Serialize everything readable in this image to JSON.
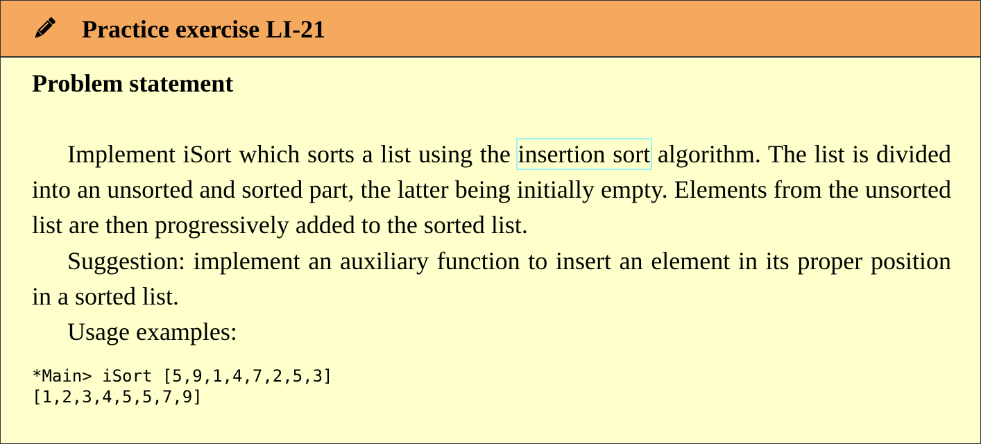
{
  "header": {
    "icon": "pencil-icon",
    "title": "Practice exercise LI-21",
    "color": "#f4a95f"
  },
  "section": {
    "heading": "Problem statement"
  },
  "paragraphs": {
    "p1_before": "Implement iSort which sorts a list using the ",
    "p1_link": "insertion sort",
    "p1_after": " algorithm. The list is divided into an unsorted and sorted part, the latter being initially empty. Elements from the unsorted list are then progressively added to the sorted list.",
    "p2": "Suggestion: implement an auxiliary function to insert an element in its proper position in a sorted list.",
    "p3": "Usage examples:"
  },
  "code": {
    "line1": "*Main> iSort [5,9,1,4,7,2,5,3]",
    "line2": "[1,2,3,4,5,5,7,9]"
  },
  "colors": {
    "background": "#ffffcc",
    "link_outline": "#9df3f3"
  }
}
